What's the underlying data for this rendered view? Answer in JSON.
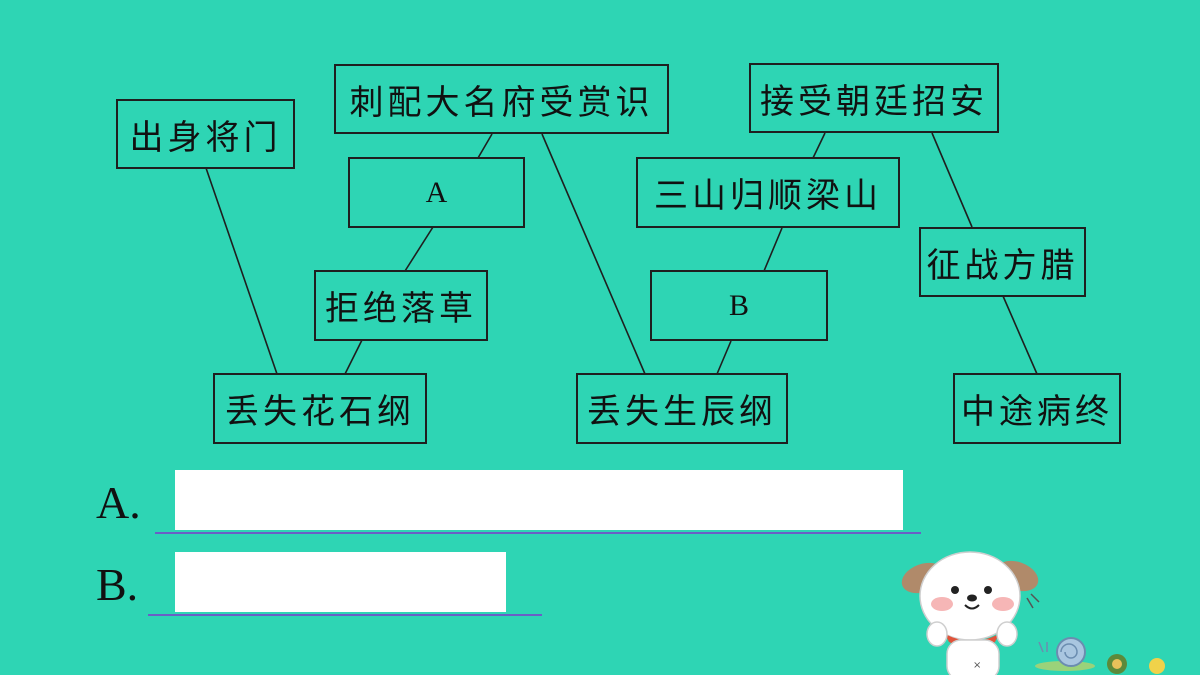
{
  "diagram": {
    "boxes": {
      "chushen": "出身将门",
      "cipei": "刺配大名府受赏识",
      "jieshou": "接受朝廷招安",
      "a": "A",
      "sanshan": "三山归顺梁山",
      "zhengzhan": "征战方腊",
      "jujue": "拒绝落草",
      "b": "B",
      "diushi_huashi": "丢失花石纲",
      "diushi_shengchen": "丢失生辰纲",
      "zhongtu": "中途病终"
    }
  },
  "answers": {
    "a_label": "A.",
    "b_label": "B."
  },
  "colors": {
    "background": "#2ED5B4",
    "answer_underline": "#6a5fc6"
  },
  "decorations": [
    "puppy-mascot",
    "snail-icon"
  ]
}
